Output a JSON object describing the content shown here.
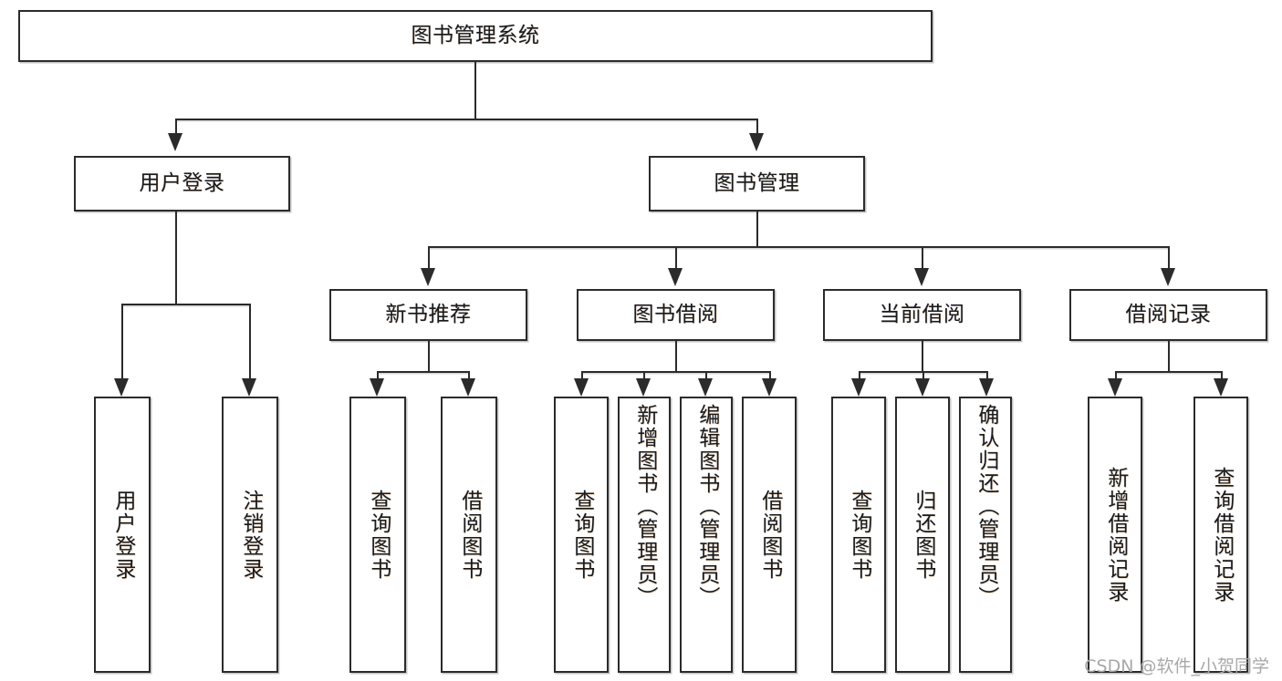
{
  "diagram": {
    "type": "tree",
    "title": "图书管理系统",
    "root": {
      "label": "图书管理系统"
    },
    "level2": [
      {
        "label": "用户登录"
      },
      {
        "label": "图书管理"
      }
    ],
    "level3": [
      {
        "label": "新书推荐"
      },
      {
        "label": "图书借阅"
      },
      {
        "label": "当前借阅"
      },
      {
        "label": "借阅记录"
      }
    ],
    "leaves": {
      "user_login": [
        {
          "label": "用户登录"
        },
        {
          "label": "注销登录"
        }
      ],
      "new_book_recommend": [
        {
          "label": "查询图书"
        },
        {
          "label": "借阅图书"
        }
      ],
      "book_borrow": [
        {
          "label": "查询图书"
        },
        {
          "label": "新增图书（管理员）"
        },
        {
          "label": "编辑图书（管理员）"
        },
        {
          "label": "借阅图书"
        }
      ],
      "current_borrow": [
        {
          "label": "查询图书"
        },
        {
          "label": "归还图书"
        },
        {
          "label": "确认归还（管理员）"
        }
      ],
      "borrow_record": [
        {
          "label": "新增借阅记录"
        },
        {
          "label": "查询借阅记录"
        }
      ]
    }
  },
  "watermark": {
    "text": "CSDN @软件_小贺同学"
  },
  "colors": {
    "stroke": "#2b2b2b",
    "background": "#ffffff",
    "text": "#1a1a1a",
    "watermark": "#a8a8a8"
  }
}
